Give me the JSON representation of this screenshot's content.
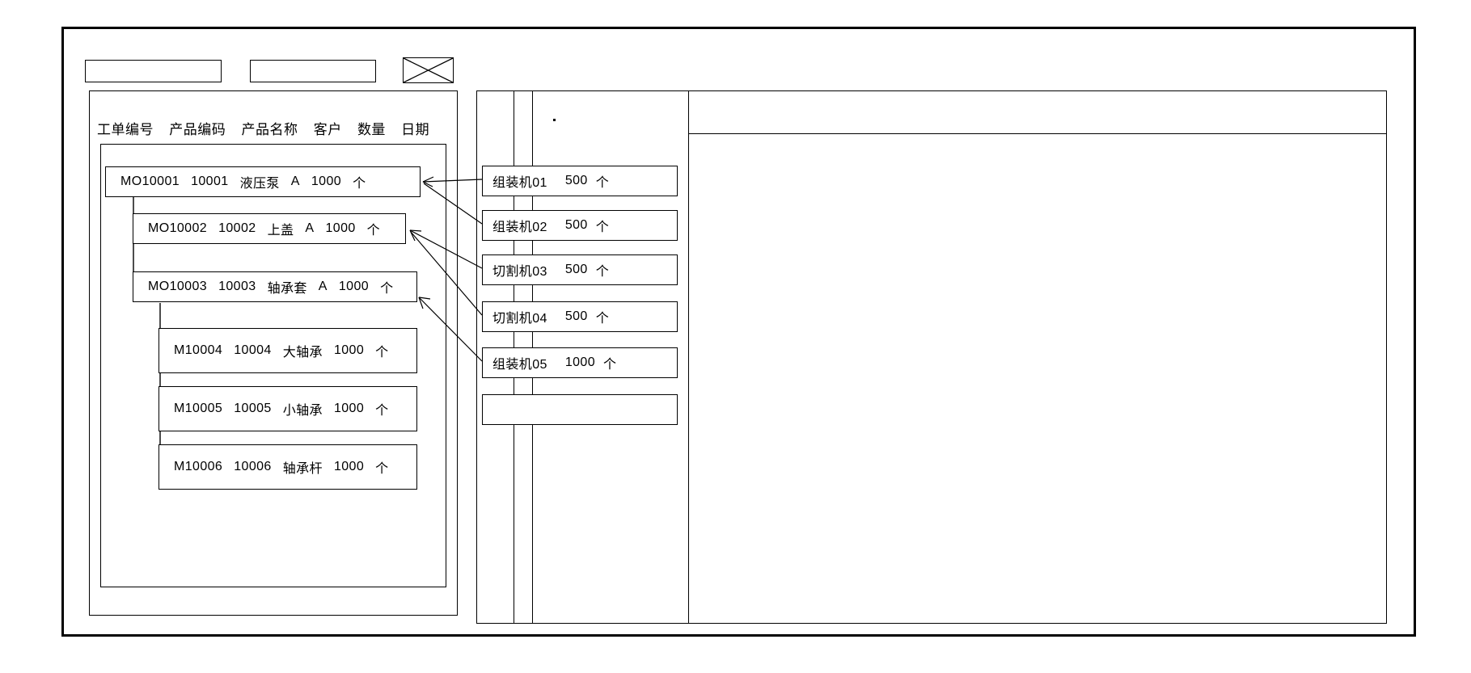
{
  "window": {
    "title": ""
  },
  "toolbar": {
    "field_1_value": "",
    "field_1_placeholder": "",
    "field_2_value": "",
    "field_2_placeholder": "",
    "image_placeholder_label": "image-placeholder-icon"
  },
  "left_panel": {
    "columns": [
      {
        "label": "工单编号"
      },
      {
        "label": "产品编码"
      },
      {
        "label": "产品名称"
      },
      {
        "label": "客户"
      },
      {
        "label": "数量"
      },
      {
        "label": "日期"
      }
    ],
    "rows": [
      {
        "order_no": "MO10001",
        "product_code": "10001",
        "product_name": "液压泵",
        "customer": "A",
        "quantity": "1000",
        "unit": "个",
        "level": 0
      },
      {
        "order_no": "MO10002",
        "product_code": "10002",
        "product_name": "上盖",
        "customer": "A",
        "quantity": "1000",
        "unit": "个",
        "level": 1
      },
      {
        "order_no": "MO10003",
        "product_code": "10003",
        "product_name": "轴承套",
        "customer": "A",
        "quantity": "1000",
        "unit": "个",
        "level": 1
      },
      {
        "order_no": "M10004",
        "product_code": "10004",
        "product_name": "大轴承",
        "customer": "",
        "quantity": "1000",
        "unit": "个",
        "level": 2
      },
      {
        "order_no": "M10005",
        "product_code": "10005",
        "product_name": "小轴承",
        "customer": "",
        "quantity": "1000",
        "unit": "个",
        "level": 2
      },
      {
        "order_no": "M10006",
        "product_code": "10006",
        "product_name": "轴承杆",
        "customer": "",
        "quantity": "1000",
        "unit": "个",
        "level": 2
      }
    ]
  },
  "middle_panel": {
    "machines": [
      {
        "name": "组装机01",
        "quantity": "500",
        "unit": "个"
      },
      {
        "name": "组装机02",
        "quantity": "500",
        "unit": "个"
      },
      {
        "name": "切割机03",
        "quantity": "500",
        "unit": "个"
      },
      {
        "name": "切割机04",
        "quantity": "500",
        "unit": "个"
      },
      {
        "name": "组装机05",
        "quantity": "1000",
        "unit": "个"
      },
      {
        "name": "",
        "quantity": "",
        "unit": ""
      }
    ]
  },
  "right_panel": {
    "header_text": "",
    "body_text": ""
  },
  "colors": {
    "stroke": "#000000",
    "background": "#ffffff",
    "text": "#000000"
  }
}
